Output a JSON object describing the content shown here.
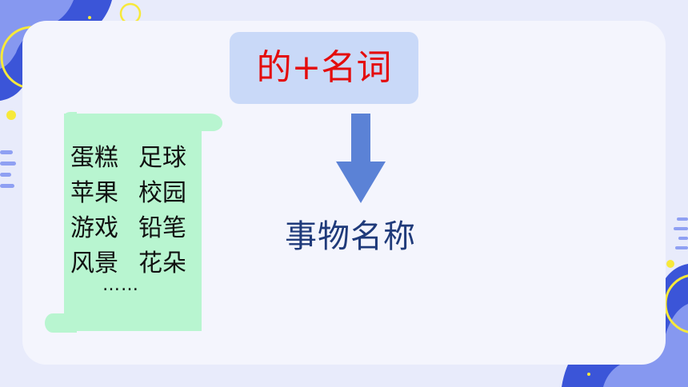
{
  "title": {
    "text": "的+名词"
  },
  "result": {
    "text": "事物名称"
  },
  "words": [
    [
      "蛋糕",
      "足球"
    ],
    [
      "苹果",
      "校园"
    ],
    [
      "游戏",
      "铅笔"
    ],
    [
      "风景",
      "花朵"
    ]
  ],
  "ellipsis": "……",
  "colors": {
    "title_text": "#e40c0c",
    "title_box": "#c9d9f8",
    "arrow": "#5b82d6",
    "result_text": "#1f3a7a",
    "scroll": "#b8f5d0",
    "background": "#e8ebfb",
    "card": "#f4f5fd",
    "blob_dark": "#3b55d8",
    "blob_light": "#8fa0f3",
    "dot_yellow": "#f7e93a"
  },
  "icons": [
    "down-arrow-icon",
    "scroll-icon"
  ]
}
